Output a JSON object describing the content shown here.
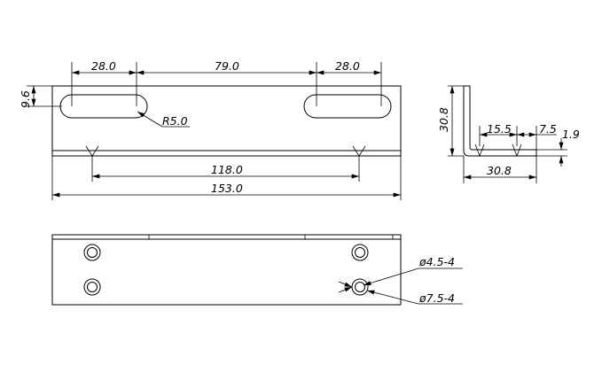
{
  "colors": {
    "line": "#000000",
    "background": "#ffffff"
  },
  "front_view": {
    "dim_slot_left_width": "28.0",
    "dim_slot_spacing": "79.0",
    "dim_slot_right_width": "28.0",
    "dim_slot_height": "9.6",
    "dim_slot_radius": "R5.0",
    "dim_bend_spacing": "118.0",
    "dim_overall_length": "153.0"
  },
  "side_view": {
    "dim_height": "30.8",
    "dim_hole_position": "15.5",
    "dim_hole_offset": "7.5",
    "dim_thickness": "1.9",
    "dim_leg_length": "30.8"
  },
  "bottom_view": {
    "dim_hole_small": "ø4.5-4",
    "dim_hole_large": "ø7.5-4"
  }
}
